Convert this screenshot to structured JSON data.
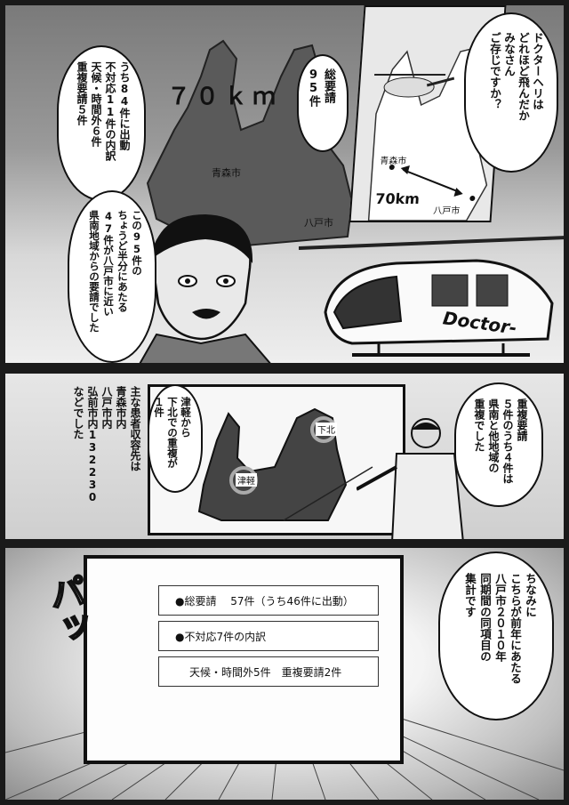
{
  "panel1": {
    "map_distance_big": "７０ｋｍ",
    "city_aomori": "青森市",
    "city_hachinohe": "八戸市",
    "bubble_doctor_heli": "ドクターヘリは\nどれほど飛んだか\nみなさん\nご存じですか？",
    "bubble_total_requests": "総要請\n95件",
    "bubble_breakdown": "うち84件に出動\n不対応11件の内訳\n天候・時間外６件\n重複要請５件",
    "bubble_half": "この95件の\nちょうど半分にあたる\n47件が八戸市に近い\n県南地域からの要請でした",
    "inset_city_aomori": "青森市",
    "inset_city_hachinohe": "八戸市",
    "inset_distance": "70km",
    "heli_logo": "Doctor-"
  },
  "panel2": {
    "bubble_overlap": "重複要請\n５件のうち４件は\n県南と他地域の\n重複でした",
    "bubble_tsugaru": "津軽から\n下北での重複が\n１件",
    "narration_hospitals": "主な患者収容先は\n青森市内\n八戸市内\n弘前市内132230\nなどでした",
    "map_label_shimokita": "下北",
    "map_label_tsugaru": "津軽"
  },
  "panel3": {
    "sfx": "パッ",
    "bubble_previous_year": "ちなみに\nこちらが前年にあたる\n八戸市２０１０年\n同期間の同項目の\n集計です",
    "info_total": "●総要請　 57件（うち46件に出動）",
    "info_non_response": "●不対応7件の内訳",
    "info_details": "天候・時間外5件　重複要請2件"
  }
}
